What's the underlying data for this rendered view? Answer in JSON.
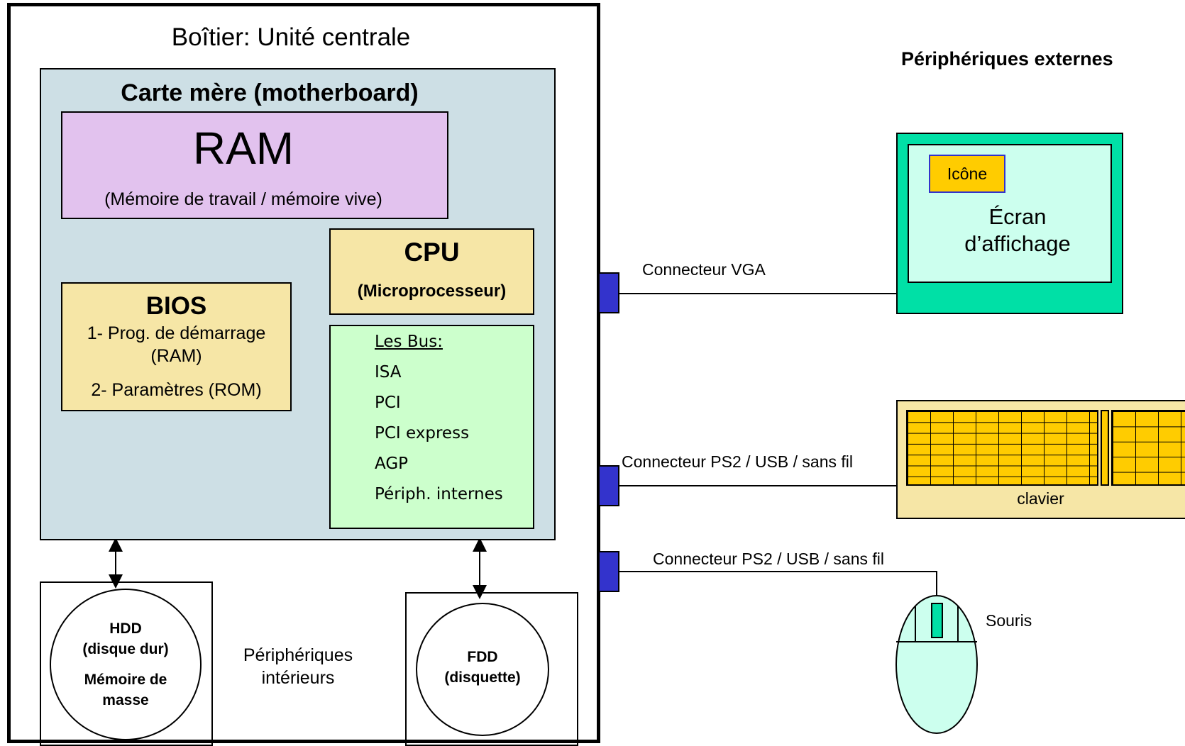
{
  "case": {
    "title": "Boîtier: Unité centrale",
    "internal_label": [
      "Périphériques",
      "intérieurs"
    ]
  },
  "motherboard": {
    "title": "Carte mère (motherboard)",
    "ram": {
      "title": "RAM",
      "subtitle": "(Mémoire de travail / mémoire vive)",
      "color": "#e2c2ee"
    },
    "cpu": {
      "title": "CPU",
      "subtitle": "(Microprocesseur)",
      "color": "#f6e6a6"
    },
    "bios": {
      "title": "BIOS",
      "line1": "1- Prog. de démarrage",
      "line1b": "(RAM)",
      "line2": "2- Paramètres (ROM)",
      "color": "#f6e6a6"
    },
    "bus": {
      "title": "Les Bus:",
      "items": [
        "ISA",
        "PCI",
        "PCI express",
        "AGP",
        "Périph. internes"
      ],
      "color": "#ccffcc"
    },
    "color": "#cddfe5"
  },
  "drives": {
    "hdd": {
      "line1": "HDD",
      "line2": "(disque dur)",
      "line3": "Mémoire de",
      "line4": "masse"
    },
    "fdd": {
      "line1": "FDD",
      "line2": "(disquette)"
    }
  },
  "external": {
    "title": "Périphériques externes",
    "screen": {
      "icon_label": "Icône",
      "line1": "Écran",
      "line2": "d’affichage",
      "frame_color": "#00e0a6",
      "inner_color": "#ccffee",
      "icon_color": "#ffcc00"
    },
    "keyboard": {
      "label": "clavier",
      "color": "#f6e6a6",
      "key_color": "#ffcc00"
    },
    "mouse": {
      "label": "Souris",
      "color": "#ccffee"
    },
    "connectors": {
      "vga": "Connecteur VGA",
      "keyboard": "Connecteur PS2 / USB / sans fil",
      "mouse": "Connecteur PS2 / USB / sans fil",
      "color": "#3333cc"
    }
  }
}
